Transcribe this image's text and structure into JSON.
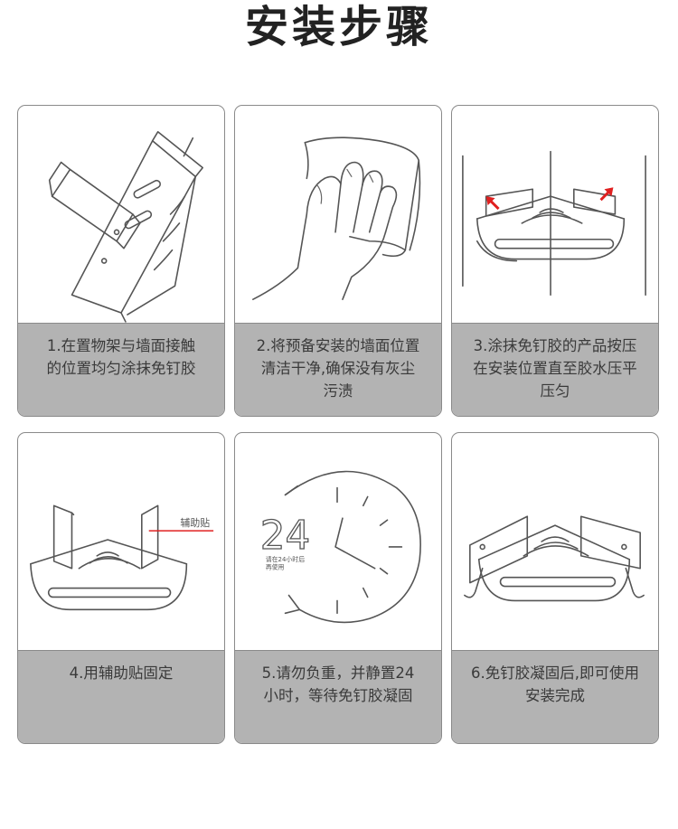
{
  "title": "安装步骤",
  "steps": [
    {
      "lines": [
        "1.在置物架与墙面接触",
        "的位置均匀涂抹免钉胶"
      ]
    },
    {
      "lines": [
        "2.将预备安装的墙面位置",
        "清洁干净,确保没有灰尘",
        "污渍"
      ]
    },
    {
      "lines": [
        "3.涂抹免钉胶的产品按压",
        "在安装位置直至胶水压平",
        "压匀"
      ]
    },
    {
      "lines": [
        "4.用辅助贴固定"
      ]
    },
    {
      "lines": [
        "5.请勿负重，并静置24",
        "小时，等待免钉胶凝固"
      ]
    },
    {
      "lines": [
        "6.免钉胶凝固后,即可使用",
        "安装完成"
      ]
    }
  ],
  "labels": {
    "aux_sticker": "辅助贴",
    "clock_number": "24",
    "clock_note_1": "请在24小时后",
    "clock_note_2": "再使用"
  },
  "colors": {
    "caption_bg": "#b3b3b3",
    "arrow_red": "#e02020",
    "line": "#555555"
  }
}
